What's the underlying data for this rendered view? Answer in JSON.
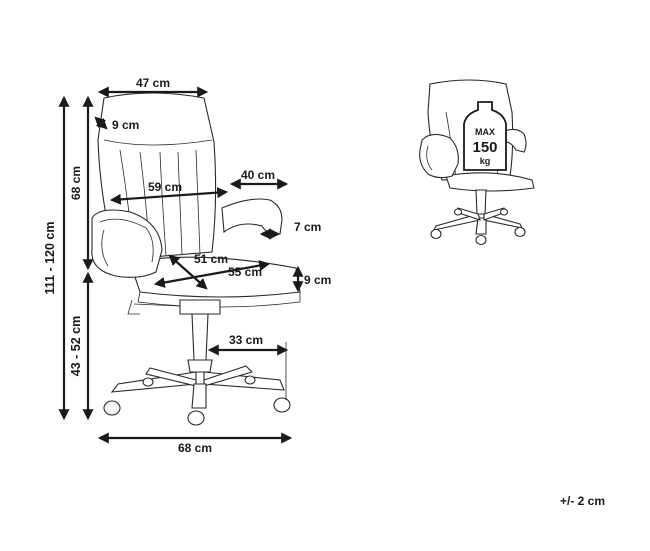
{
  "dimensions": {
    "seat_width_top": "47 cm",
    "backrest_thickness": "9 cm",
    "backrest_height": "68 cm",
    "total_height": "111 - 120 cm",
    "seat_height": "43 - 52 cm",
    "backrest_width": "59 cm",
    "armrest_length": "40 cm",
    "armrest_width": "7 cm",
    "seat_depth": "51 cm",
    "seat_width": "55 cm",
    "seat_thickness": "9 cm",
    "base_radius": "33 cm",
    "base_width": "68 cm"
  },
  "load_badge": {
    "line1": "MAX",
    "line2": "150",
    "line3": "kg"
  },
  "tolerance": "+/- 2 cm"
}
